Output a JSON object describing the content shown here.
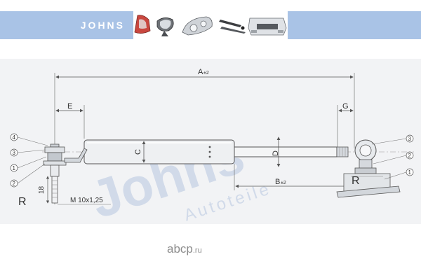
{
  "header": {
    "brand": "JOHNS",
    "thumbnails": [
      "taillight-icon",
      "mirror-icon",
      "headlight-icon",
      "wiper-icon",
      "bumper-icon"
    ],
    "bar_color": "#a9c3e6"
  },
  "drawing": {
    "dimensions": {
      "A": "A",
      "A_tol": "±2",
      "B": "B",
      "B_tol": "±2",
      "C": "C",
      "D": "D",
      "E": "E",
      "G": "G",
      "eighteen": "18",
      "thread": "M 10x1,25"
    },
    "left_callouts": [
      "4",
      "3",
      "1",
      "2"
    ],
    "right_callouts": [
      "3",
      "2",
      "1"
    ],
    "left_end_label": "R",
    "right_end_label": "R",
    "watermark_top": "Johns",
    "watermark_bottom": "Autoteile"
  },
  "footer": {
    "site_name": "abcp",
    "site_tld": ".ru"
  }
}
